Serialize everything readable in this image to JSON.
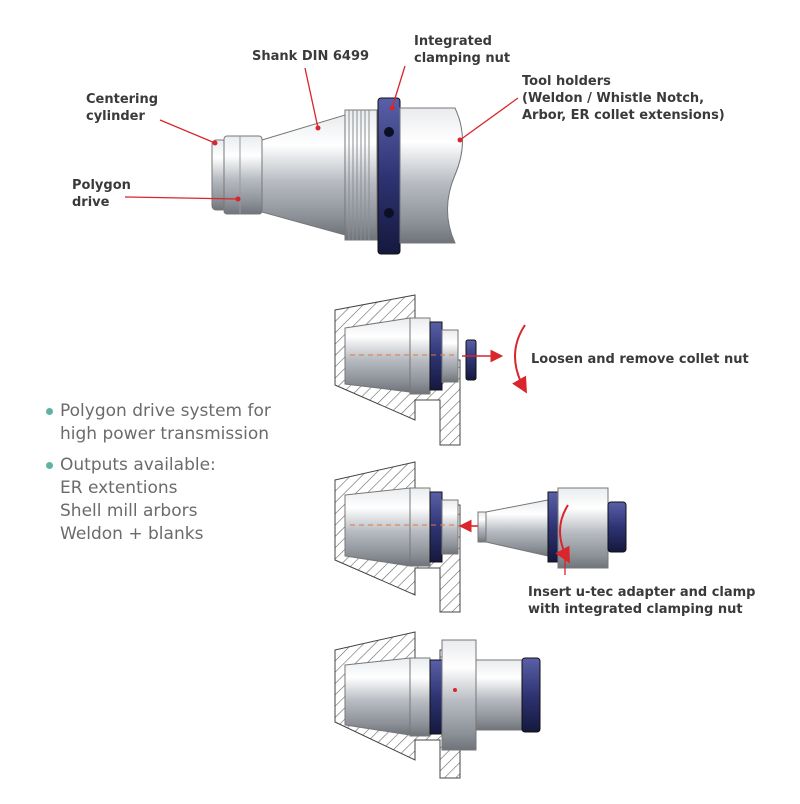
{
  "labels": {
    "centering_cylinder": [
      "Centering",
      "cylinder"
    ],
    "shank": "Shank DIN 6499",
    "integrated_nut": [
      "Integrated",
      "clamping nut"
    ],
    "tool_holders": [
      "Tool holders",
      "(Weldon / Whistle Notch,",
      "Arbor, ER collet extensions)"
    ],
    "polygon_drive": [
      "Polygon",
      "drive"
    ],
    "step1": "Loosen and remove collet nut",
    "step2": [
      "Insert u-tec adapter and clamp",
      "with integrated clamping nut"
    ]
  },
  "bullets": [
    {
      "lines": [
        "Polygon drive system for",
        "high power transmission"
      ]
    },
    {
      "lines": [
        "Outputs available:",
        "ER extentions",
        "Shell mill arbors",
        "Weldon + blanks"
      ]
    }
  ],
  "colors": {
    "leader": "#d9252b",
    "bullet_dot": "#5fb3a6",
    "steel": "#b8bcc2",
    "nut_blue": "#2e3473",
    "hatch": "#555555"
  }
}
